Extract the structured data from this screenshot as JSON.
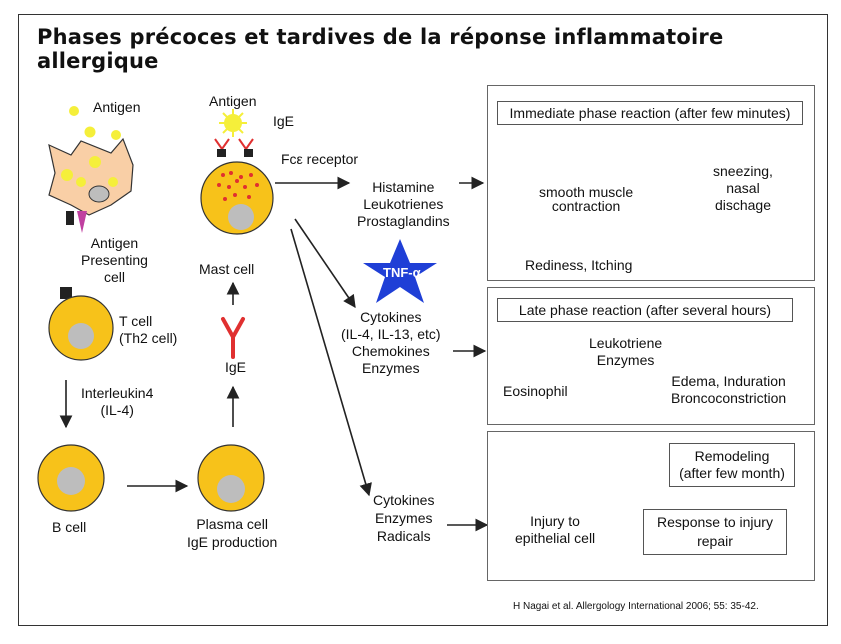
{
  "title": "Phases précoces et tardives de la réponse inflammatoire allergique",
  "left": {
    "antigen_top": "Antigen",
    "apc_label": "Antigen\nPresenting\ncell",
    "tcell_label": "T cell\n(Th2 cell)",
    "interleukin_label": "Interleukin4\n(IL-4)",
    "bcell_label": "B cell",
    "plasma_label": "Plasma cell\nIgE production",
    "ige_label": "IgE",
    "mast_antigen": "Antigen",
    "mast_ige": "IgE",
    "fce_receptor": "Fcε receptor",
    "mast_label": "Mast cell"
  },
  "mediators": {
    "group1": "Histamine\nLeukotrienes\nProstaglandins",
    "tnf": "TNF-α",
    "group2": "Cytokines\n(IL-4, IL-13, etc)\nChemokines\nEnzymes",
    "group3": "Cytokines\nEnzymes\nRadicals"
  },
  "immediate": {
    "header": "Immediate phase reaction (after few minutes)",
    "smooth_muscle": "smooth muscle\ncontraction",
    "sneezing": "sneezing,\nnasal\ndischage",
    "rediness": "Rediness, Itching"
  },
  "late": {
    "header": "Late phase reaction (after several hours)",
    "eosinophil": "Eosinophil",
    "leuko_enzymes": "Leukotriene\nEnzymes",
    "edema": "Edema, Induration\nBroncoconstriction"
  },
  "remodel": {
    "remodeling": "Remodeling\n(after few month)",
    "injury": "Injury to\nepithelial cell",
    "response": "Response to injury\nrepair"
  },
  "citation": "H Nagai et al. Allergology International 2006; 55: 35-42.",
  "colors": {
    "cell_fill": "#f7c21a",
    "nucleus": "#bdbdbd",
    "antigen_yellow": "#f5ef3a",
    "apc_fill": "#f9cfa6",
    "ige_red": "#e03030",
    "tnf_blue": "#1f3fd6",
    "eosinophil_pink": "#e88aa8",
    "edema_red": "#e23b2b"
  }
}
